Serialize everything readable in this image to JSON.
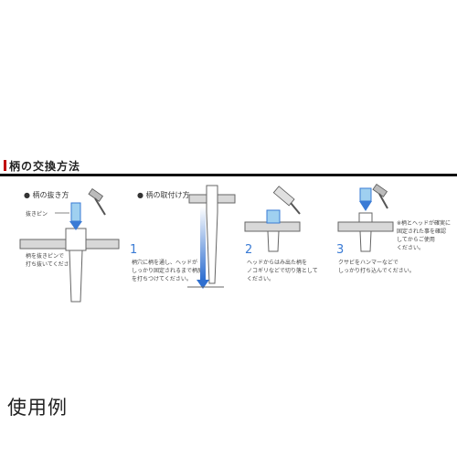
{
  "header": {
    "title": "柄の交換方法"
  },
  "removal": {
    "bullet": "●",
    "heading": "柄の抜き方",
    "pin_label": "抜きピン",
    "instruction": "柄を抜きピンで\n打ち抜いてください。"
  },
  "attach": {
    "bullet": "●",
    "heading": "柄の取付け方",
    "steps": [
      {
        "number": "1",
        "text": "柄穴に柄を通し、ヘッドが\nしっかり固定されるまで柄尻\nを打ちつけてください。"
      },
      {
        "number": "2",
        "text": "ヘッドからはみ出た柄を\nノコギリなどで切り落として\nください。"
      },
      {
        "number": "3",
        "text": "クサビをハンマーなどで\nしっかり打ち込んでください。"
      }
    ],
    "note": "※柄とヘッドが確実に\n固定された事を確認\nしてからご使用\nください。"
  },
  "footer": {
    "label": "使用例"
  },
  "colors": {
    "accent_red": "#c00000",
    "arrow_blue": "#3a7bd5",
    "light_blue": "#9fd0f0",
    "metal": "#d8d8d8"
  }
}
